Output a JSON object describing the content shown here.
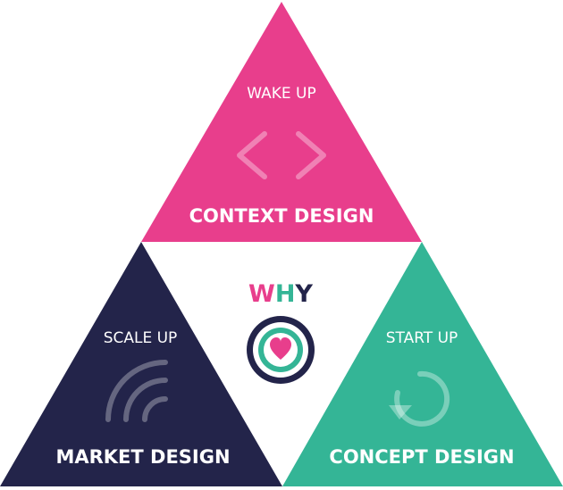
{
  "center": {
    "label_letters": [
      {
        "char": "W",
        "color": "#e83e8c"
      },
      {
        "char": "H",
        "color": "#34b596"
      },
      {
        "char": "Y",
        "color": "#23244a"
      }
    ],
    "icon": "target-heart-icon"
  },
  "sections": {
    "top": {
      "phase": "WAKE UP",
      "title": "CONTEXT DESIGN",
      "icon": "code-brackets-icon",
      "color": "#e83e8c"
    },
    "left": {
      "phase": "SCALE UP",
      "title": "MARKET DESIGN",
      "icon": "signal-waves-icon",
      "color": "#23244a"
    },
    "right": {
      "phase": "START UP",
      "title": "CONCEPT DESIGN",
      "icon": "cycle-arrow-icon",
      "color": "#34b596"
    }
  },
  "colors": {
    "heart": "#e83e8c",
    "ring_dark": "#23244a",
    "ring_teal": "#34b596"
  }
}
